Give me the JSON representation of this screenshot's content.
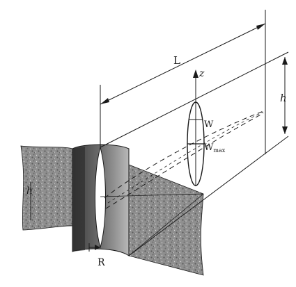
{
  "labels": {
    "length": "L",
    "height_right": "h",
    "height_left": "h",
    "z_axis": "z",
    "width": "W",
    "max_width_main": "W",
    "max_width_sub": "max",
    "radius": "R"
  },
  "colors": {
    "ink": "#1a1a1a",
    "rock_fill": "#8c8c8c",
    "rock_dark": "#5a5a5a",
    "borehole_shade": "#4a4a4a",
    "borehole_light": "#bdbdbd",
    "background": "#ffffff"
  }
}
